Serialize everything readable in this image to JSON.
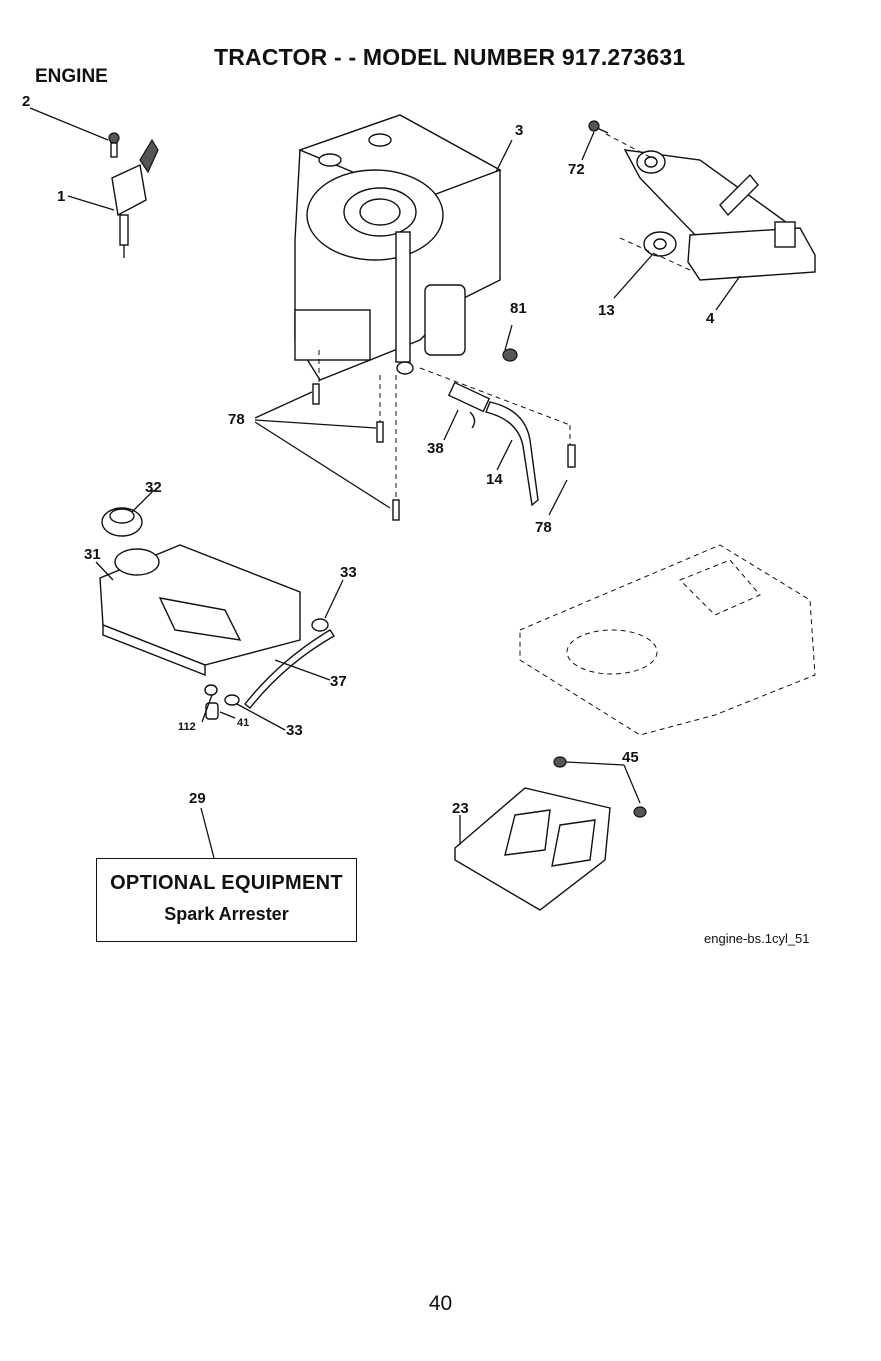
{
  "header": {
    "title": "TRACTOR - - MODEL NUMBER 917.273631",
    "section": "ENGINE"
  },
  "callouts": {
    "c1": "1",
    "c2": "2",
    "c3": "3",
    "c4": "4",
    "c13": "13",
    "c14": "14",
    "c23": "23",
    "c29": "29",
    "c31": "31",
    "c32": "32",
    "c33a": "33",
    "c33b": "33",
    "c37": "37",
    "c38": "38",
    "c41": "41",
    "c45": "45",
    "c72": "72",
    "c78a": "78",
    "c78b": "78",
    "c81": "81",
    "c112": "112"
  },
  "optional_equipment": {
    "heading": "OPTIONAL EQUIPMENT",
    "item": "Spark Arrester"
  },
  "figure_ref": "engine-bs.1cyl_51",
  "page_number": "40"
}
